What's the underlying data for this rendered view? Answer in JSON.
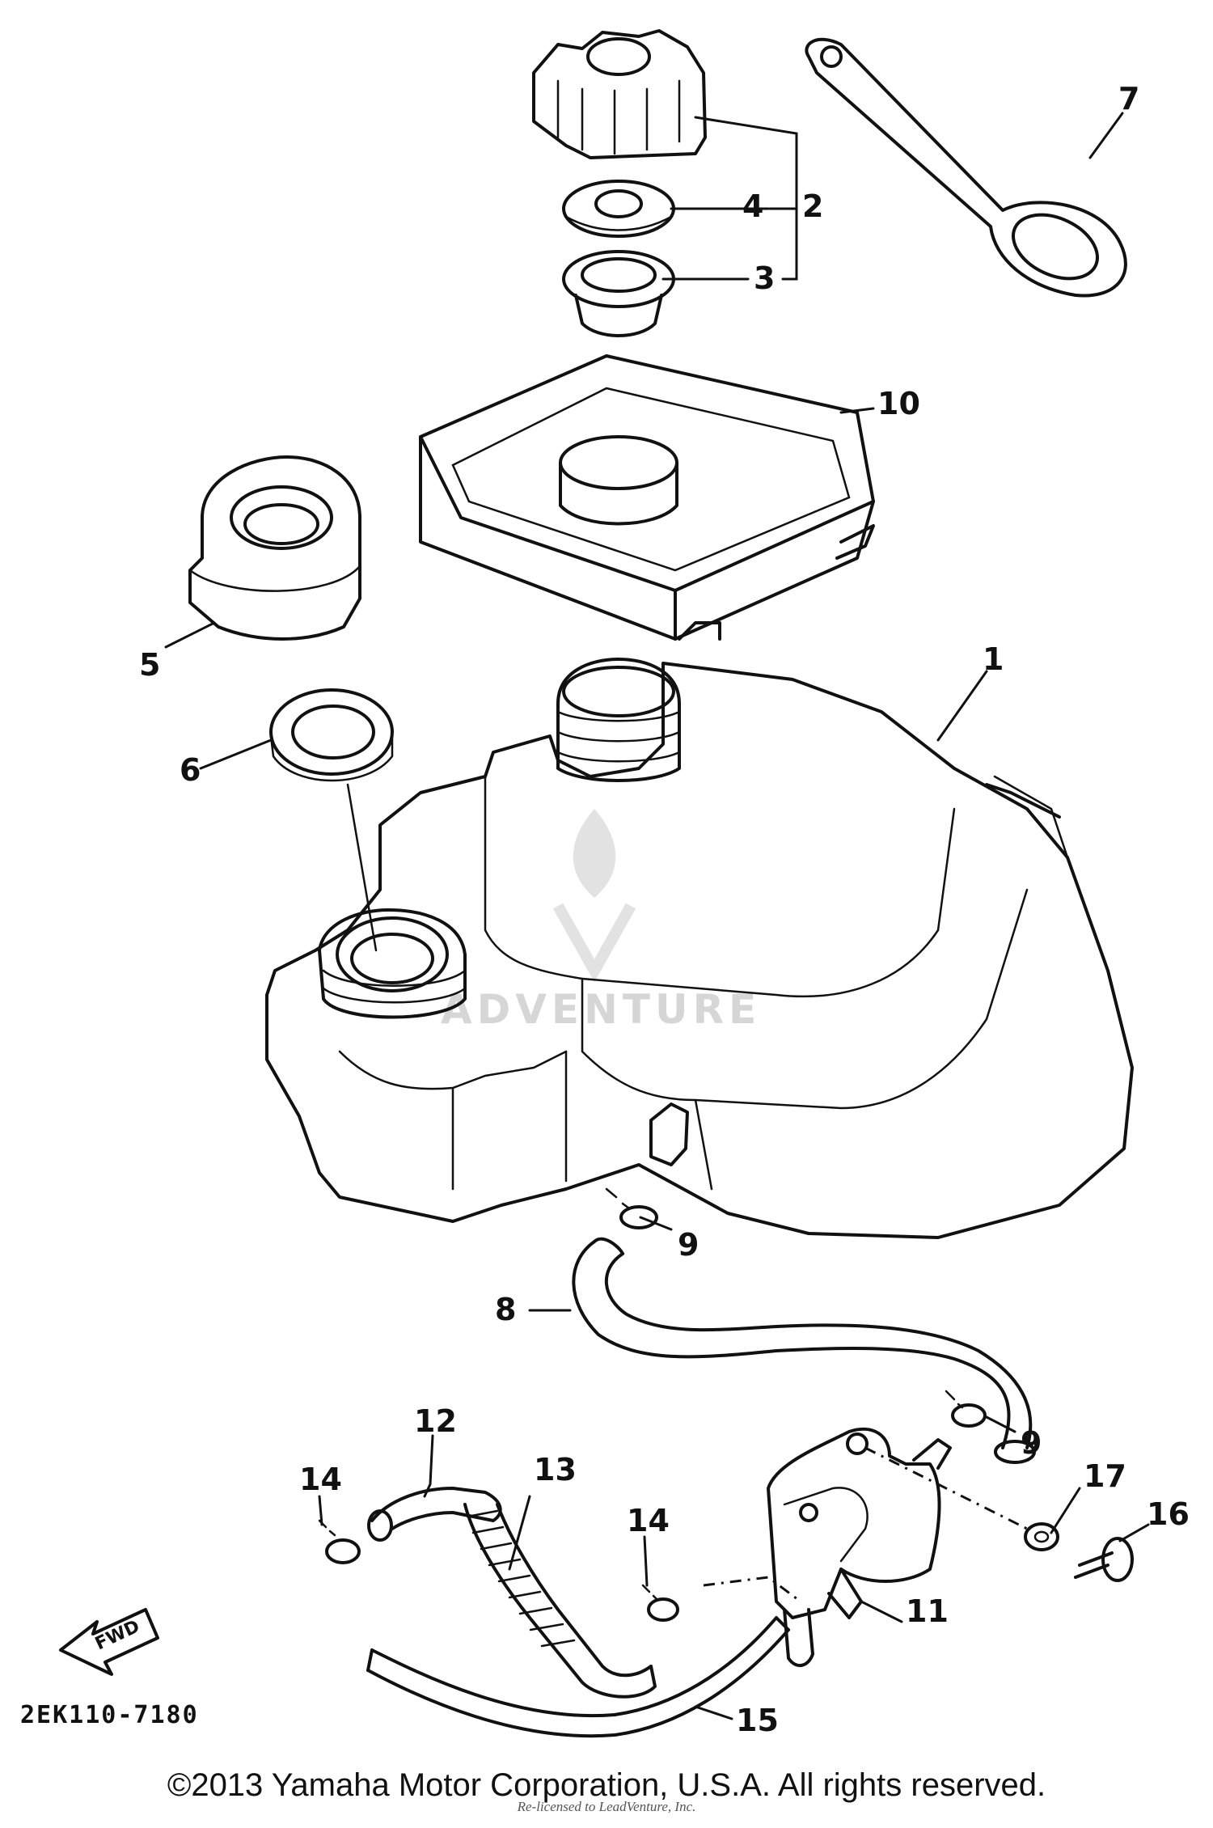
{
  "diagram": {
    "callouts": [
      {
        "id": "c1",
        "text": "1"
      },
      {
        "id": "c2",
        "text": "2"
      },
      {
        "id": "c3",
        "text": "3"
      },
      {
        "id": "c4",
        "text": "4"
      },
      {
        "id": "c5",
        "text": "5"
      },
      {
        "id": "c6",
        "text": "6"
      },
      {
        "id": "c7",
        "text": "7"
      },
      {
        "id": "c8",
        "text": "8"
      },
      {
        "id": "c9a",
        "text": "9"
      },
      {
        "id": "c9b",
        "text": "9"
      },
      {
        "id": "c10",
        "text": "10"
      },
      {
        "id": "c11",
        "text": "11"
      },
      {
        "id": "c12",
        "text": "12"
      },
      {
        "id": "c13",
        "text": "13"
      },
      {
        "id": "c14a",
        "text": "14"
      },
      {
        "id": "c14b",
        "text": "14"
      },
      {
        "id": "c15",
        "text": "15"
      },
      {
        "id": "c16",
        "text": "16"
      },
      {
        "id": "c17",
        "text": "17"
      }
    ],
    "fwd_label": "FWD",
    "diagram_code": "2EK110-7180",
    "watermark": "ADVENTURE"
  },
  "footer": {
    "copyright": "©2013 Yamaha Motor Corporation, U.S.A. All rights reserved.",
    "credit": "Re-licensed to LeadVenture, Inc."
  }
}
